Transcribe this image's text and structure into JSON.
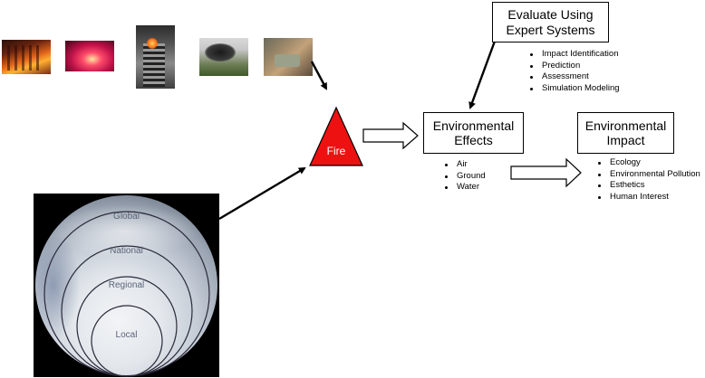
{
  "photos": [
    {
      "icon": "house-fire-photo"
    },
    {
      "icon": "night-fire-photo"
    },
    {
      "icon": "burning-building-photo"
    },
    {
      "icon": "smoke-plume-photo"
    },
    {
      "icon": "wildfire-vehicle-photo"
    }
  ],
  "fire": {
    "label": "Fire",
    "color": "#ee1111"
  },
  "evaluate": {
    "title_line1": "Evaluate Using",
    "title_line2": "Expert Systems",
    "items": [
      "Impact Identification",
      "Prediction",
      "Assessment",
      "Simulation Modeling"
    ]
  },
  "effects": {
    "title_line1": "Environmental",
    "title_line2": "Effects",
    "items": [
      "Air",
      "Ground",
      "Water"
    ]
  },
  "impact": {
    "title_line1": "Environmental",
    "title_line2": "Impact",
    "items": [
      "Ecology",
      "Environmental Pollution",
      "Esthetics",
      "Human Interest"
    ]
  },
  "scales": {
    "global": "Global",
    "national": "National",
    "regional": "Regional",
    "local": "Local"
  }
}
